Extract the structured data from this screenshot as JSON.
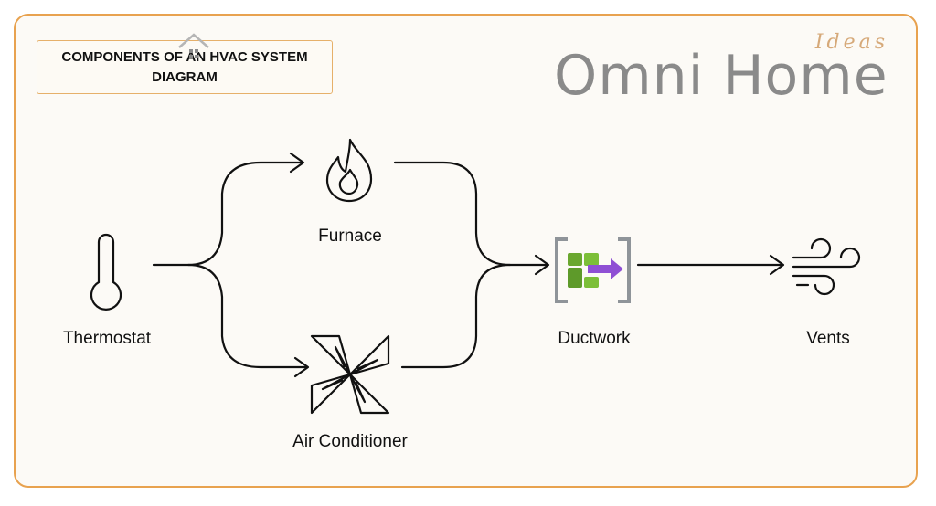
{
  "title": {
    "line1": "COMPONENTS OF AN HVAC SYSTEM",
    "line2": "DIAGRAM"
  },
  "brand": {
    "name": "Omni Home",
    "tagline": "Ideas"
  },
  "nodes": {
    "thermostat": {
      "label": "Thermostat",
      "icon": "thermometer-icon"
    },
    "furnace": {
      "label": "Furnace",
      "icon": "flame-icon"
    },
    "air_conditioner": {
      "label": "Air Conditioner",
      "icon": "pinwheel-fan-icon"
    },
    "ductwork": {
      "label": "Ductwork",
      "icon": "duct-arrow-icon"
    },
    "vents": {
      "label": "Vents",
      "icon": "wind-icon"
    }
  },
  "colors": {
    "border": "#e8a24f",
    "brand_text": "#8a8a8a",
    "tagline": "#d6a979",
    "duct_green": "#6aa72f",
    "duct_purple": "#8f4fd4",
    "duct_gray": "#8f9499"
  }
}
